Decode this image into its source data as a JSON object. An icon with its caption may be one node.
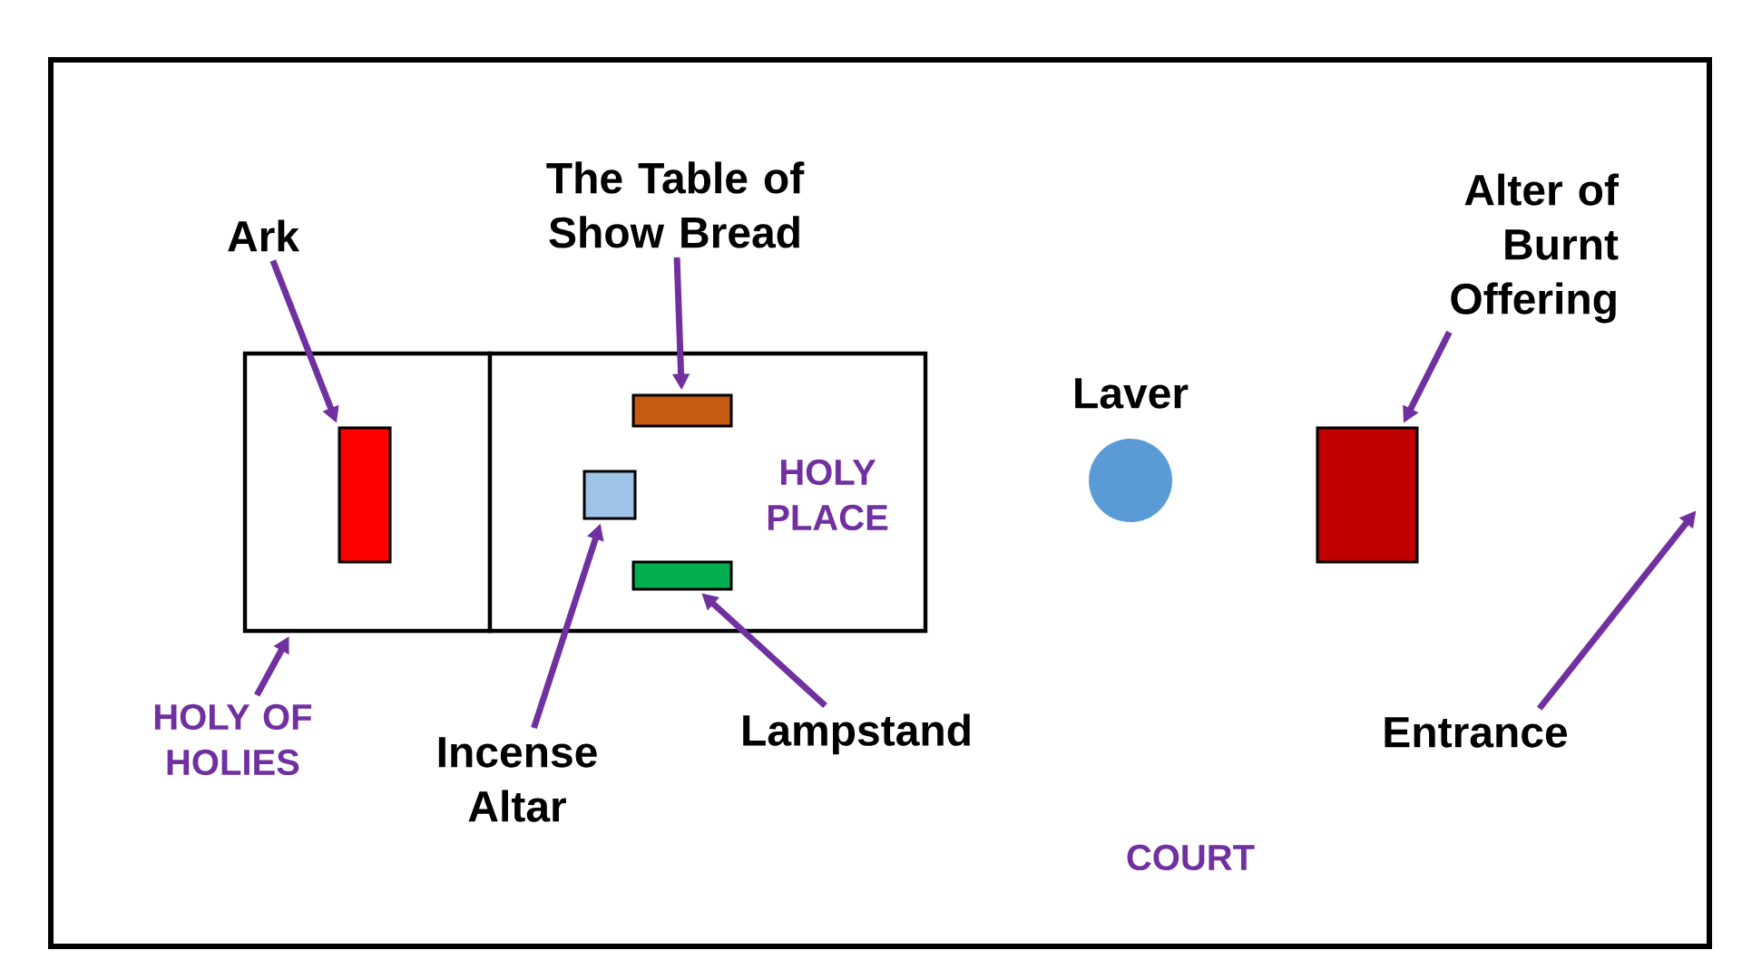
{
  "diagram": {
    "nodes": [
      {
        "text": [
          "COURT"
        ]
      },
      {
        "text": [],
        "shape": "box",
        "in": 0
      },
      {
        "text": [
          "HOLY PLACE"
        ],
        "in": 0
      },
      {
        "text": [],
        "shape": "box",
        "in": 1
      },
      {
        "text": [],
        "shape": "bar",
        "in": 2
      },
      {
        "text": [],
        "shape": "box",
        "in": 2
      },
      {
        "text": [],
        "shape": "bar",
        "in": 2
      },
      {
        "text": [],
        "shape": "circle",
        "in": 0,
        "beside": [
          "Laver"
        ]
      },
      {
        "text": [],
        "shape": "box",
        "in": 0
      },
      {
        "text": [
          "Ark"
        ],
        "in": 0
      },
      {
        "text": [
          "The Table of Show Bread"
        ],
        "in": 0
      },
      {
        "text": [
          "HOLY OF HOLIES"
        ],
        "in": 0
      },
      {
        "text": [
          "Incense Altar"
        ],
        "in": 0
      },
      {
        "text": [
          "Lampstand"
        ],
        "in": 0
      },
      {
        "text": [
          "Alter of Burnt Offering"
        ],
        "in": 0
      },
      {
        "text": [
          "Entrance"
        ],
        "in": 0
      }
    ],
    "edges": [
      {
        "from": 9,
        "to": 3,
        "arrow": "to"
      },
      {
        "from": 10,
        "to": 4,
        "arrow": "to"
      },
      {
        "from": 11,
        "to": 1,
        "arrow": "to"
      },
      {
        "from": 12,
        "to": 5,
        "arrow": "to"
      },
      {
        "from": 13,
        "to": 6,
        "arrow": "to"
      },
      {
        "from": 14,
        "to": 8,
        "arrow": "to"
      },
      {
        "from": 15,
        "to": null,
        "arrow": "to"
      }
    ]
  }
}
